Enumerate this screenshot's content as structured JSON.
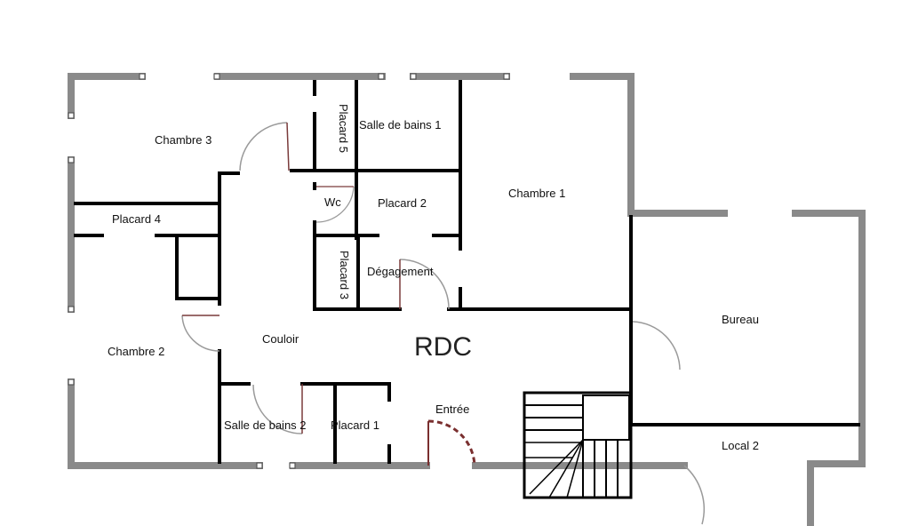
{
  "title": "RDC",
  "rooms": {
    "chambre3": "Chambre 3",
    "chambre1": "Chambre 1",
    "chambre2": "Chambre 2",
    "placard4": "Placard 4",
    "placard5": "Placard 5",
    "placard2": "Placard 2",
    "placard3": "Placard 3",
    "placard1": "Placard 1",
    "salle_bains1": "Salle de bains 1",
    "salle_bains2": "Salle de bains 2",
    "wc": "Wc",
    "degagement": "Dégagement",
    "couloir": "Couloir",
    "bureau": "Bureau",
    "entree": "Entrée",
    "local2": "Local 2"
  },
  "colors": {
    "outer_wall": "#8a8a8a",
    "inner_wall": "#000000",
    "door_arc": "#9a9a9a",
    "door_leaf": "#7a3b3b",
    "entry_door": "#7a2f2f"
  }
}
